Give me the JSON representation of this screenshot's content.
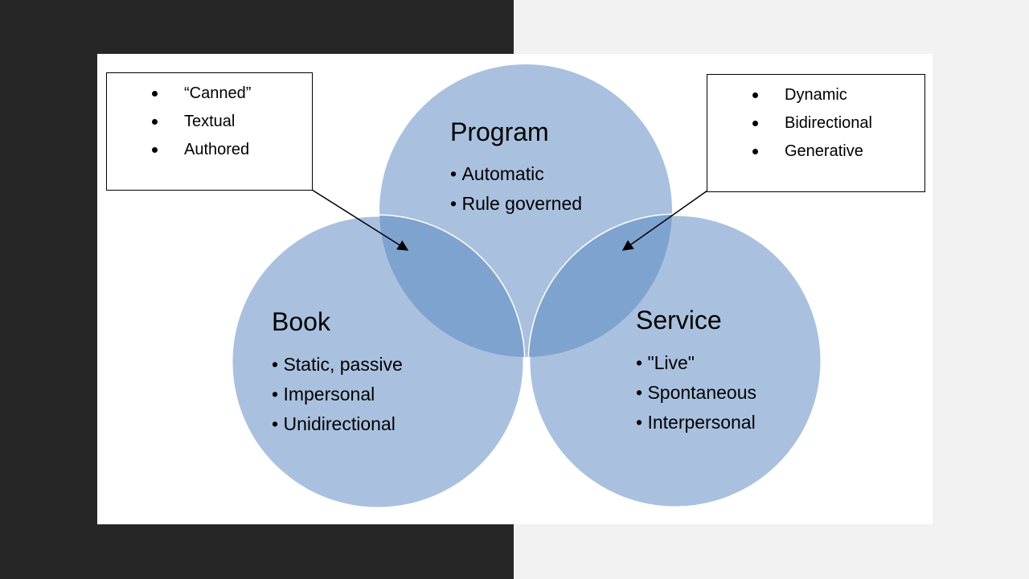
{
  "colors": {
    "circle_fill": "#a9c1df",
    "overlap_fill": "#7fa3cf",
    "outline": "#ffffff",
    "left_panel": "#262626",
    "right_panel": "#f2f2f2"
  },
  "circles": {
    "program": {
      "title": "Program",
      "items": [
        "Automatic",
        "Rule governed"
      ]
    },
    "book": {
      "title": "Book",
      "items": [
        "Static, passive",
        "Impersonal",
        "Unidirectional"
      ]
    },
    "service": {
      "title": "Service",
      "items": [
        "\"Live\"",
        "Spontaneous",
        "Interpersonal"
      ]
    }
  },
  "callouts": {
    "left": {
      "items": [
        "“Canned”",
        "Textual",
        "Authored"
      ],
      "points_to": "program-book-overlap"
    },
    "right": {
      "items": [
        "Dynamic",
        "Bidirectional",
        "Generative"
      ],
      "points_to": "program-service-overlap"
    }
  }
}
